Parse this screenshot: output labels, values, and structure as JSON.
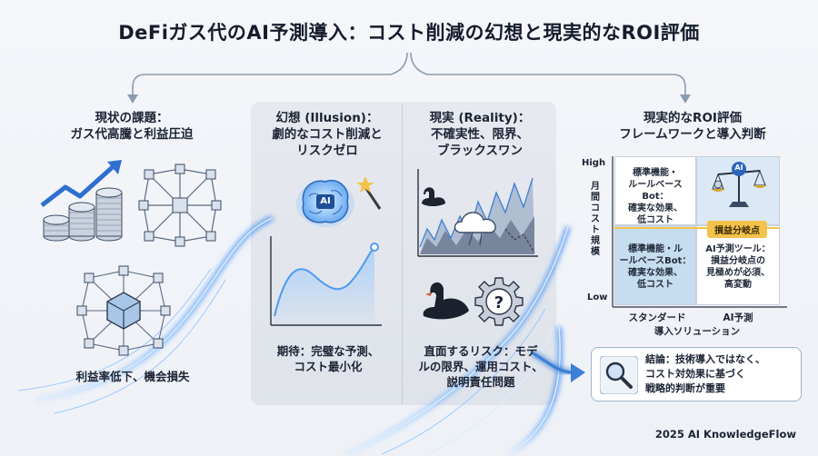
{
  "title": "DeFiガス代のAI予測導入：コスト削減の幻想と現実的なROI評価",
  "left": {
    "heading_line1": "現状の課題：",
    "heading_line2": "ガス代高騰と利益圧迫",
    "caption": "利益率低下、機会損失"
  },
  "illusion": {
    "heading_line1": "幻想 (Illusion)：",
    "heading_line2": "劇的なコスト削減と",
    "heading_line3": "リスクゼロ",
    "ai_label": "AI",
    "caption_line1": "期待：完璧な予測、",
    "caption_line2": "コスト最小化"
  },
  "reality": {
    "heading_line1": "現実 (Reality)：",
    "heading_line2": "不確実性、限界、",
    "heading_line3": "ブラックスワン",
    "caption_line1": "直面するリスク：モデ",
    "caption_line2": "ルの限界、運用コスト、",
    "caption_line3": "説明責任問題"
  },
  "roi": {
    "heading_line1": "現実的なROI評価",
    "heading_line2": "フレームワークと導入判断",
    "y_axis": "月間コスト規模",
    "y_high": "High",
    "y_low": "Low",
    "x_left": "スタンダード",
    "x_right": "AI予測",
    "x_axis": "導入ソリューション",
    "tl_lines": [
      "標準機能・",
      "ルールベースBot：",
      "確実な効果、",
      "低コスト"
    ],
    "bl_lines": [
      "標準機能・ル",
      "ールベースBot：",
      "確実な効果、",
      "低コスト"
    ],
    "br_lines": [
      "AI予測ツール：",
      "損益分岐点の",
      "見極めが必須、",
      "高変動"
    ],
    "icon_ai": "AI",
    "breakeven": "損益分岐点"
  },
  "conclusion": {
    "line1": "結論：技術導入ではなく、",
    "line2": "コスト対効果に基づく",
    "line3": "戦略的判断が重要"
  },
  "footer": "2025 AI KnowledgeFlow",
  "colors": {
    "accent_blue": "#3b7fd6",
    "glow_blue": "#7fb8ff",
    "gold": "#f3c24a",
    "dark": "#1b2333"
  }
}
